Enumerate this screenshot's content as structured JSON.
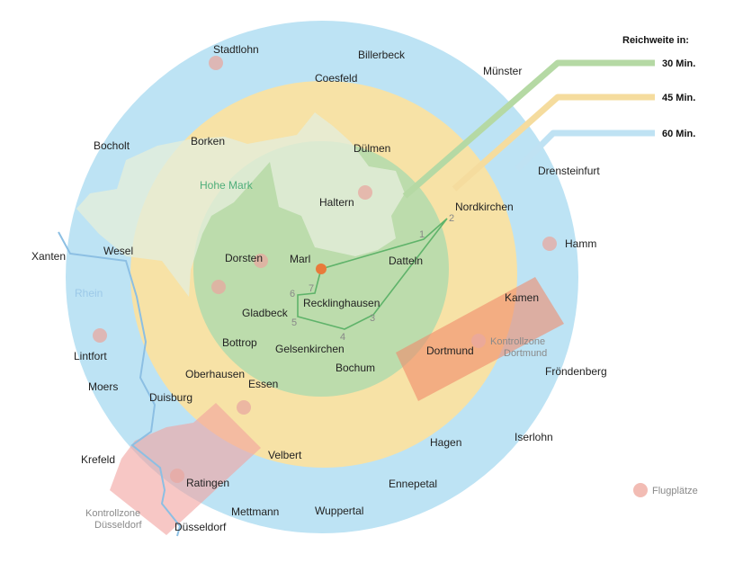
{
  "legend": {
    "title": "Reichweite in:",
    "items": [
      {
        "label": "30 Min.",
        "color": "#b5d9a4"
      },
      {
        "label": "45 Min.",
        "color": "#f5dc9e"
      },
      {
        "label": "60 Min.",
        "color": "#bfe2f3"
      }
    ],
    "airfields_label": "Flugplätze"
  },
  "colors": {
    "ring60": "#bde3f4",
    "ring45": "#f7e2a6",
    "ring30": "#bcdcac",
    "airfield": "#e8a8a0",
    "base": "#e87a3a",
    "route": "#5fb36a"
  },
  "region_label": "Hohe Mark",
  "river_label": "Rhein",
  "base_label": "Marl",
  "cities": [
    "Stadtlohn",
    "Billerbeck",
    "Münster",
    "Coesfeld",
    "Bocholt",
    "Borken",
    "Dülmen",
    "Drensteinfurt",
    "Haltern",
    "Nordkirchen",
    "Hamm",
    "Xanten",
    "Wesel",
    "Dorsten",
    "Datteln",
    "Kamen",
    "Gladbeck",
    "Recklinghausen",
    "Bottrop",
    "Gelsenkirchen",
    "Dortmund",
    "Lintfort",
    "Bochum",
    "Fröndenberg",
    "Oberhausen",
    "Essen",
    "Moers",
    "Duisburg",
    "Hagen",
    "Iserlohn",
    "Krefeld",
    "Velbert",
    "Ratingen",
    "Ennepetal",
    "Mettmann",
    "Wuppertal",
    "Düsseldorf"
  ],
  "route_points": [
    "1",
    "2",
    "3",
    "4",
    "5",
    "6",
    "7"
  ],
  "zones": [
    {
      "line1": "Kontrollzone",
      "line2": "Dortmund"
    },
    {
      "line1": "Kontrollzone",
      "line2": "Düsseldorf"
    }
  ]
}
